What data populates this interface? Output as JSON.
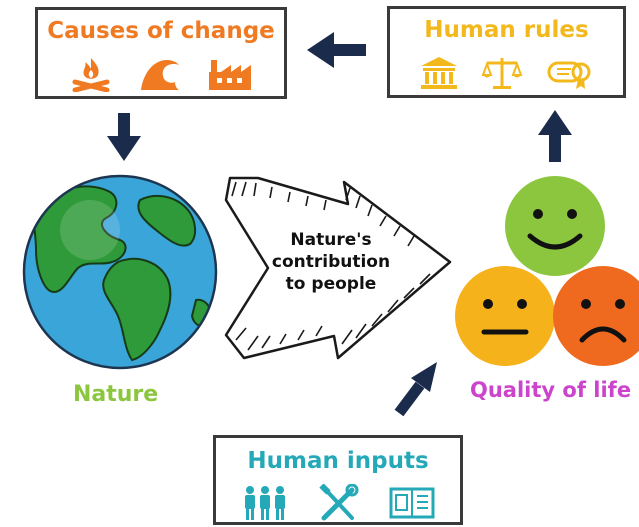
{
  "causes": {
    "title": "Causes of change",
    "color": "#f07a22",
    "icons": [
      "fire-icon",
      "wave-icon",
      "factory-icon"
    ]
  },
  "rules": {
    "title": "Human rules",
    "color": "#f3b81c",
    "icons": [
      "government-building-icon",
      "scales-icon",
      "diploma-icon"
    ]
  },
  "inputs": {
    "title": "Human inputs",
    "color": "#25a9b8",
    "icons": [
      "people-icon",
      "tools-icon",
      "book-icon"
    ]
  },
  "nature": {
    "label": "Nature",
    "color": "#8cc63f"
  },
  "contribution": {
    "line1": "Nature's",
    "line2": "contribution",
    "line3": "to people"
  },
  "quality": {
    "label": "Quality of life",
    "color": "#cc44cc",
    "faces": [
      {
        "name": "happy",
        "color": "#8cc63f"
      },
      {
        "name": "neutral",
        "color": "#f6b21a"
      },
      {
        "name": "sad",
        "color": "#ef6a1f"
      }
    ]
  },
  "arrow_color": "#1b2b4b"
}
